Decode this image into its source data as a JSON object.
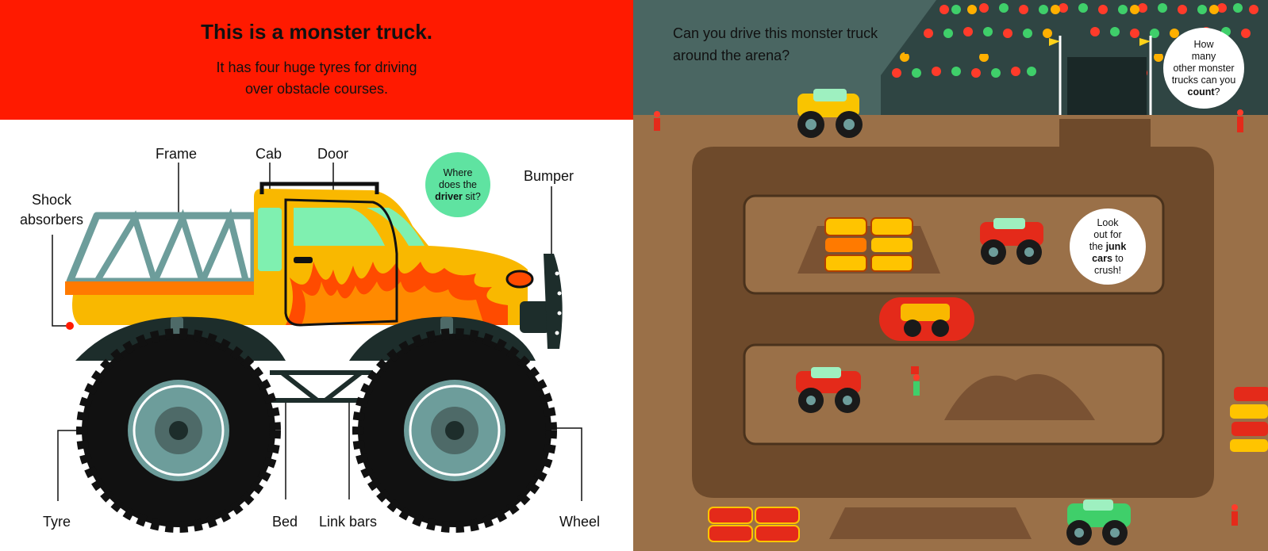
{
  "left_page": {
    "title": "This is a monster truck.",
    "subtitle_line1": "It has four huge tyres for driving",
    "subtitle_line2": "over obstacle courses.",
    "labels": {
      "shock_line1": "Shock",
      "shock_line2": "absorbers",
      "frame": "Frame",
      "cab": "Cab",
      "door": "Door",
      "bumper": "Bumper",
      "tyre": "Tyre",
      "bed": "Bed",
      "link_bars": "Link bars",
      "wheel": "Wheel"
    },
    "driver_bubble": {
      "line1": "Where",
      "line2": "does the",
      "bold": "driver",
      "tail": " sit?"
    }
  },
  "right_page": {
    "question_line1": "Can you drive this monster truck",
    "question_line2": "around the arena?",
    "count_bubble": {
      "line1": "How",
      "line2": "many",
      "line3": "other monster",
      "line4": "trucks can you",
      "bold": "count",
      "tail": "?"
    },
    "junk_bubble": {
      "line1": "Look",
      "line2": "out for",
      "pre": "the ",
      "bold1": "junk",
      "bold2": "cars",
      "post": " to",
      "line5": "crush!"
    }
  },
  "colors": {
    "banner_red": "#ff1a00",
    "truck_yellow": "#f9b800",
    "frame_teal": "#6d9d9b",
    "bubble_green": "#5fe3a1",
    "dirt_brown": "#9a7048",
    "stand_teal": "#4a6662"
  }
}
